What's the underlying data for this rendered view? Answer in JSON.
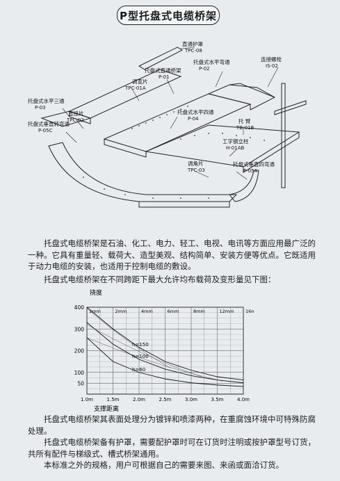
{
  "title": "P型托盘式电缆桥架",
  "diagram_labels": {
    "cover": {
      "name": "直通护罩",
      "code": "TPC-08"
    },
    "horizontal_elbow": {
      "name": "托盘式水平弯通",
      "code": "P-02"
    },
    "connecting_bolt": {
      "name": "连接螺栓",
      "code": "IS-02"
    },
    "straight_bridge": {
      "name": "托盘式直通桥架",
      "code": "P-01"
    },
    "adjust_plate": {
      "name": "调宽片",
      "code": "TPC-01A"
    },
    "tee": {
      "name": "托盘式水平三通",
      "code": "P-03"
    },
    "straight_plate": {
      "name": "直接片",
      "code": "TPC-02"
    },
    "vertical_up_elbow": {
      "name": "托盘式垂直转弯通",
      "code": "P-05C"
    },
    "cross": {
      "name": "托盘式水平四通",
      "code": "P-04"
    },
    "bracket": {
      "name": "托 臂",
      "code": "TB-01B"
    },
    "column": {
      "name": "工字钢立柱",
      "code": "H-01AB"
    },
    "adjust_plate2": {
      "name": "调角片",
      "code": "TPC-03"
    },
    "vertical_down_elbow": {
      "name": "托盘式垂直四弯通",
      "code": "P-05A"
    }
  },
  "para1": "托盘式电缆桥架是石油、化工、电力、轻工、电视、电讯等方面应用最广泛的一种。它具有重量轻、载荷大、造型美观、结构简单、安装方便等优点。它既适用于动力电缆的安装，也适用于控制电缆的敷设。",
  "para2": "托盘式电缆桥架在不同跨距下最大允许均布载荷及变形量见下图：",
  "para3": "托盘式电缆桥架其表面处理分为镀锌和喷漆两种，在重腐蚀环境中可特殊防腐处理。",
  "para4": "托盘式电缆桥架备有护罩，需要配护罩时可在订货时注明或按护罩型号订货，共所有配件与梯级式、槽式桥架通用。",
  "para5": "本标准之外的规格，用户可根据自己的需要来图、来函或面洽订货。",
  "chart_data": {
    "type": "line",
    "ylabel": "挠度",
    "xlabel": "支撑距离",
    "x_ticks": [
      "1.0m",
      "1.5m",
      "2.0m",
      "2.5m",
      "3.0m",
      "3.5m",
      "4.0m"
    ],
    "y_ticks": [
      "400",
      "300",
      "200",
      "100",
      "50"
    ],
    "deflection_labels": [
      "1mm",
      "2mm",
      "4mm",
      "6mm",
      "8mm",
      "12mm",
      "16mm"
    ],
    "xlim": [
      1.0,
      4.0
    ],
    "ylim": [
      0,
      400
    ],
    "grid": true,
    "series": [
      {
        "name": "h=150",
        "x": [
          1.0,
          1.5,
          2.0,
          2.5,
          3.0,
          3.5,
          4.0
        ],
        "values": [
          400,
          300,
          215,
          150,
          110,
          80,
          65
        ]
      },
      {
        "name": "h=100",
        "x": [
          1.0,
          1.5,
          2.0,
          2.5,
          3.0,
          3.5,
          4.0
        ],
        "values": [
          330,
          230,
          160,
          115,
          85,
          65,
          52
        ]
      },
      {
        "name": "h=60",
        "x": [
          1.0,
          1.5,
          2.0,
          2.5,
          3.0,
          3.5,
          4.0
        ],
        "values": [
          260,
          150,
          100,
          70,
          52,
          42,
          35
        ]
      }
    ]
  }
}
